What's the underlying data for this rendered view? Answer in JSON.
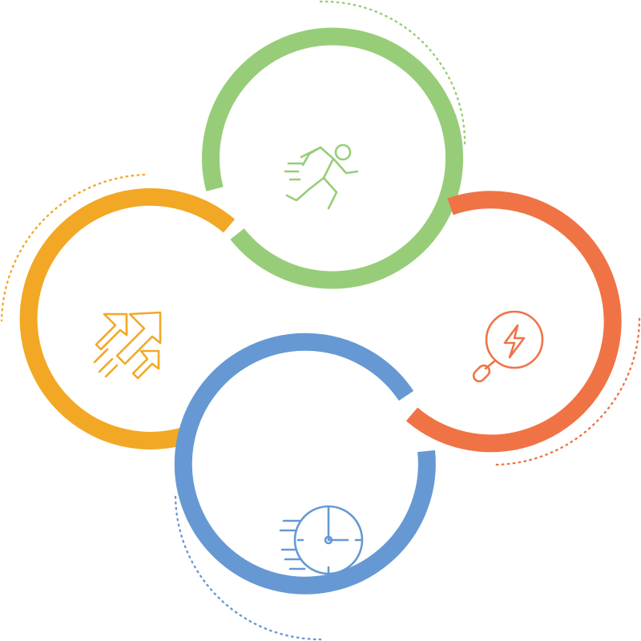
{
  "colors": {
    "green": "#97cd78",
    "orange_left": "#f2a825",
    "orange_right": "#f07346",
    "blue": "#6699d3",
    "background": "#ffffff"
  },
  "nodes": [
    {
      "id": "top",
      "color_key": "green",
      "icon": "running-person-icon"
    },
    {
      "id": "left",
      "color_key": "orange_left",
      "icon": "rising-arrows-icon"
    },
    {
      "id": "right",
      "color_key": "orange_right",
      "icon": "lightning-magnifier-icon"
    },
    {
      "id": "bottom",
      "color_key": "blue",
      "icon": "fast-clock-icon"
    }
  ]
}
